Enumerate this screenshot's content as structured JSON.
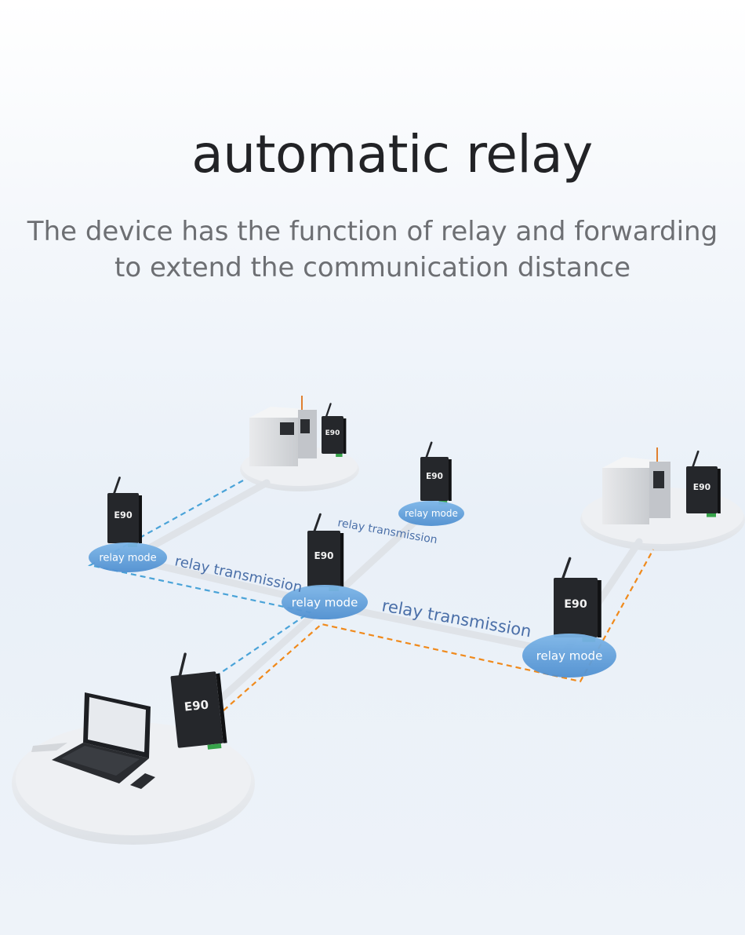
{
  "header": {
    "title": "automatic relay",
    "subtitle_line1": "The device has the function of relay and forwarding",
    "subtitle_line2": "to extend the communication distance"
  },
  "diagram": {
    "device_label": "E90",
    "relay_mode_label": "relay mode",
    "relay_transmission_label": "relay transmission",
    "colors": {
      "bubble": "#5b9ad6",
      "link_dashed_blue": "#4aa3d8",
      "link_dashed_orange": "#f08a1c",
      "device_body": "#25272b",
      "platform": "#e9ecf0"
    }
  }
}
